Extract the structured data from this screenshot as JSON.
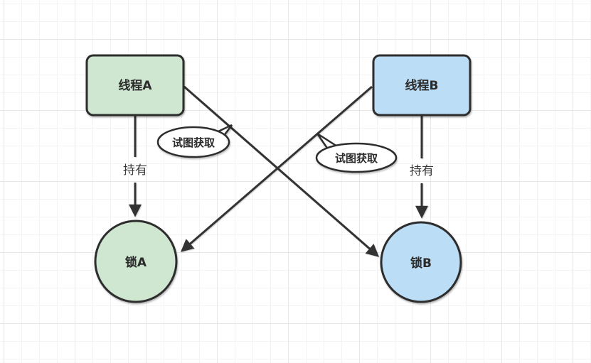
{
  "colors": {
    "stroke": "#2d2d2d",
    "green_fill": "#cfe6d0",
    "blue_fill": "#bbddf5",
    "bubble_fill": "#ffffff",
    "text": "#2b2b2b",
    "grid_minor": "#f3f3f3",
    "grid_major": "#e7e7e7",
    "canvas": "#ffffff"
  },
  "nodes": {
    "thread_a": {
      "label": "线程A",
      "shape": "rounded-rect",
      "fill": "green"
    },
    "thread_b": {
      "label": "线程B",
      "shape": "rounded-rect",
      "fill": "blue"
    },
    "lock_a": {
      "label": "锁A",
      "shape": "circle",
      "fill": "green"
    },
    "lock_b": {
      "label": "锁B",
      "shape": "circle",
      "fill": "blue"
    }
  },
  "edges": {
    "a_holds": {
      "from": "thread_a",
      "to": "lock_a",
      "label": "持有",
      "style": "inline-text"
    },
    "b_holds": {
      "from": "thread_b",
      "to": "lock_b",
      "label": "持有",
      "style": "inline-text"
    },
    "a_tries": {
      "from": "thread_a",
      "to": "lock_b",
      "label": "试图获取",
      "style": "ellipse-bubble"
    },
    "b_tries": {
      "from": "thread_b",
      "to": "lock_a",
      "label": "试图获取",
      "style": "ellipse-bubble"
    }
  }
}
